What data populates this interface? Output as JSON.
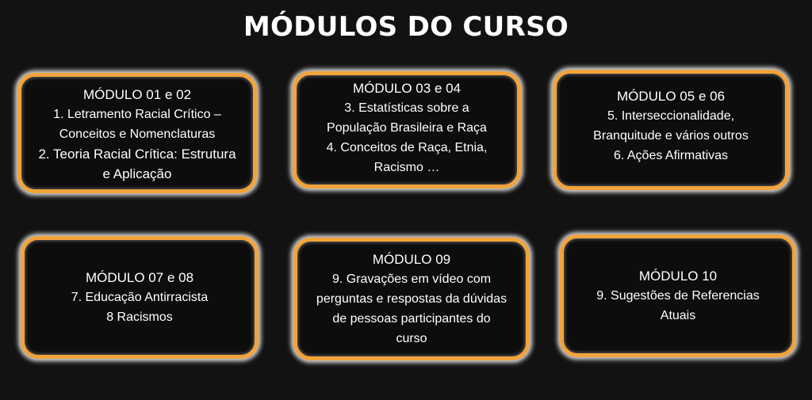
{
  "title": "MÓDULOS DO CURSO",
  "colors": {
    "background": "#121212",
    "card_border": "#f2a33a",
    "text": "#ffffff"
  },
  "modules": [
    {
      "heading": "MÓDULO 01 e 02",
      "lines": [
        "1. Letramento Racial Crítico –",
        "Conceitos e Nomenclaturas",
        "2. Teoria Racial Crítica: Estrutura",
        "e Aplicação"
      ]
    },
    {
      "heading": "MÓDULO 03 e 04",
      "lines": [
        "3. Estatísticas sobre a",
        "População Brasileira e Raça",
        "4. Conceitos de Raça, Etnia,",
        "Racismo …"
      ]
    },
    {
      "heading": "MÓDULO 05 e 06",
      "lines": [
        "5. Interseccionalidade,",
        "Branquitude e vários outros",
        "6. Ações Afirmativas"
      ]
    },
    {
      "heading": "MÓDULO 07 e 08",
      "lines": [
        "7. Educação Antirracista",
        "8 Racismos"
      ]
    },
    {
      "heading": "MÓDULO 09",
      "lines": [
        "9. Gravações em vídeo com",
        "perguntas e respostas da dúvidas",
        "de pessoas participantes do",
        "curso"
      ]
    },
    {
      "heading": "MÓDULO 10",
      "lines": [
        "9. Sugestões de Referencias",
        "Atuais"
      ]
    }
  ]
}
